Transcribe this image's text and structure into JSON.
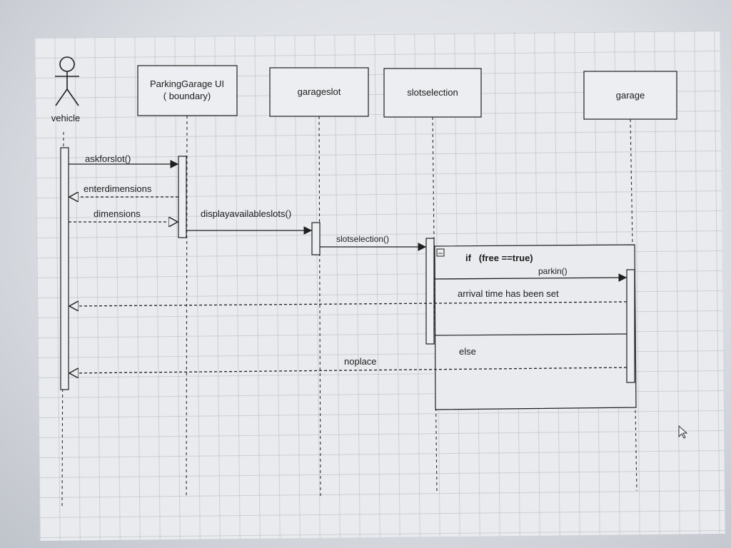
{
  "actor": {
    "name": "vehicle"
  },
  "participants": {
    "ui_line1": "ParkingGarage UI",
    "ui_line2": "( boundary)",
    "garageslot": "garageslot",
    "slotselection": "slotselection",
    "garage": "garage"
  },
  "messages": {
    "askforslot": "askforslot()",
    "enterdimensions": "enterdimensions",
    "dimensions": "dimensions",
    "displayavailableslots": "displayavailableslots()",
    "slotselection": "slotselection()",
    "parkin": "parkin()",
    "arrival": "arrival time has been set",
    "noplace": "noplace"
  },
  "fragment": {
    "condition": "if   (free ==true)",
    "else_label": "else",
    "collapse_symbol": "–"
  },
  "colors": {
    "line": "#1f1f1f",
    "box_fill": "#eceef1",
    "frag_fill": "#e9ebee"
  }
}
